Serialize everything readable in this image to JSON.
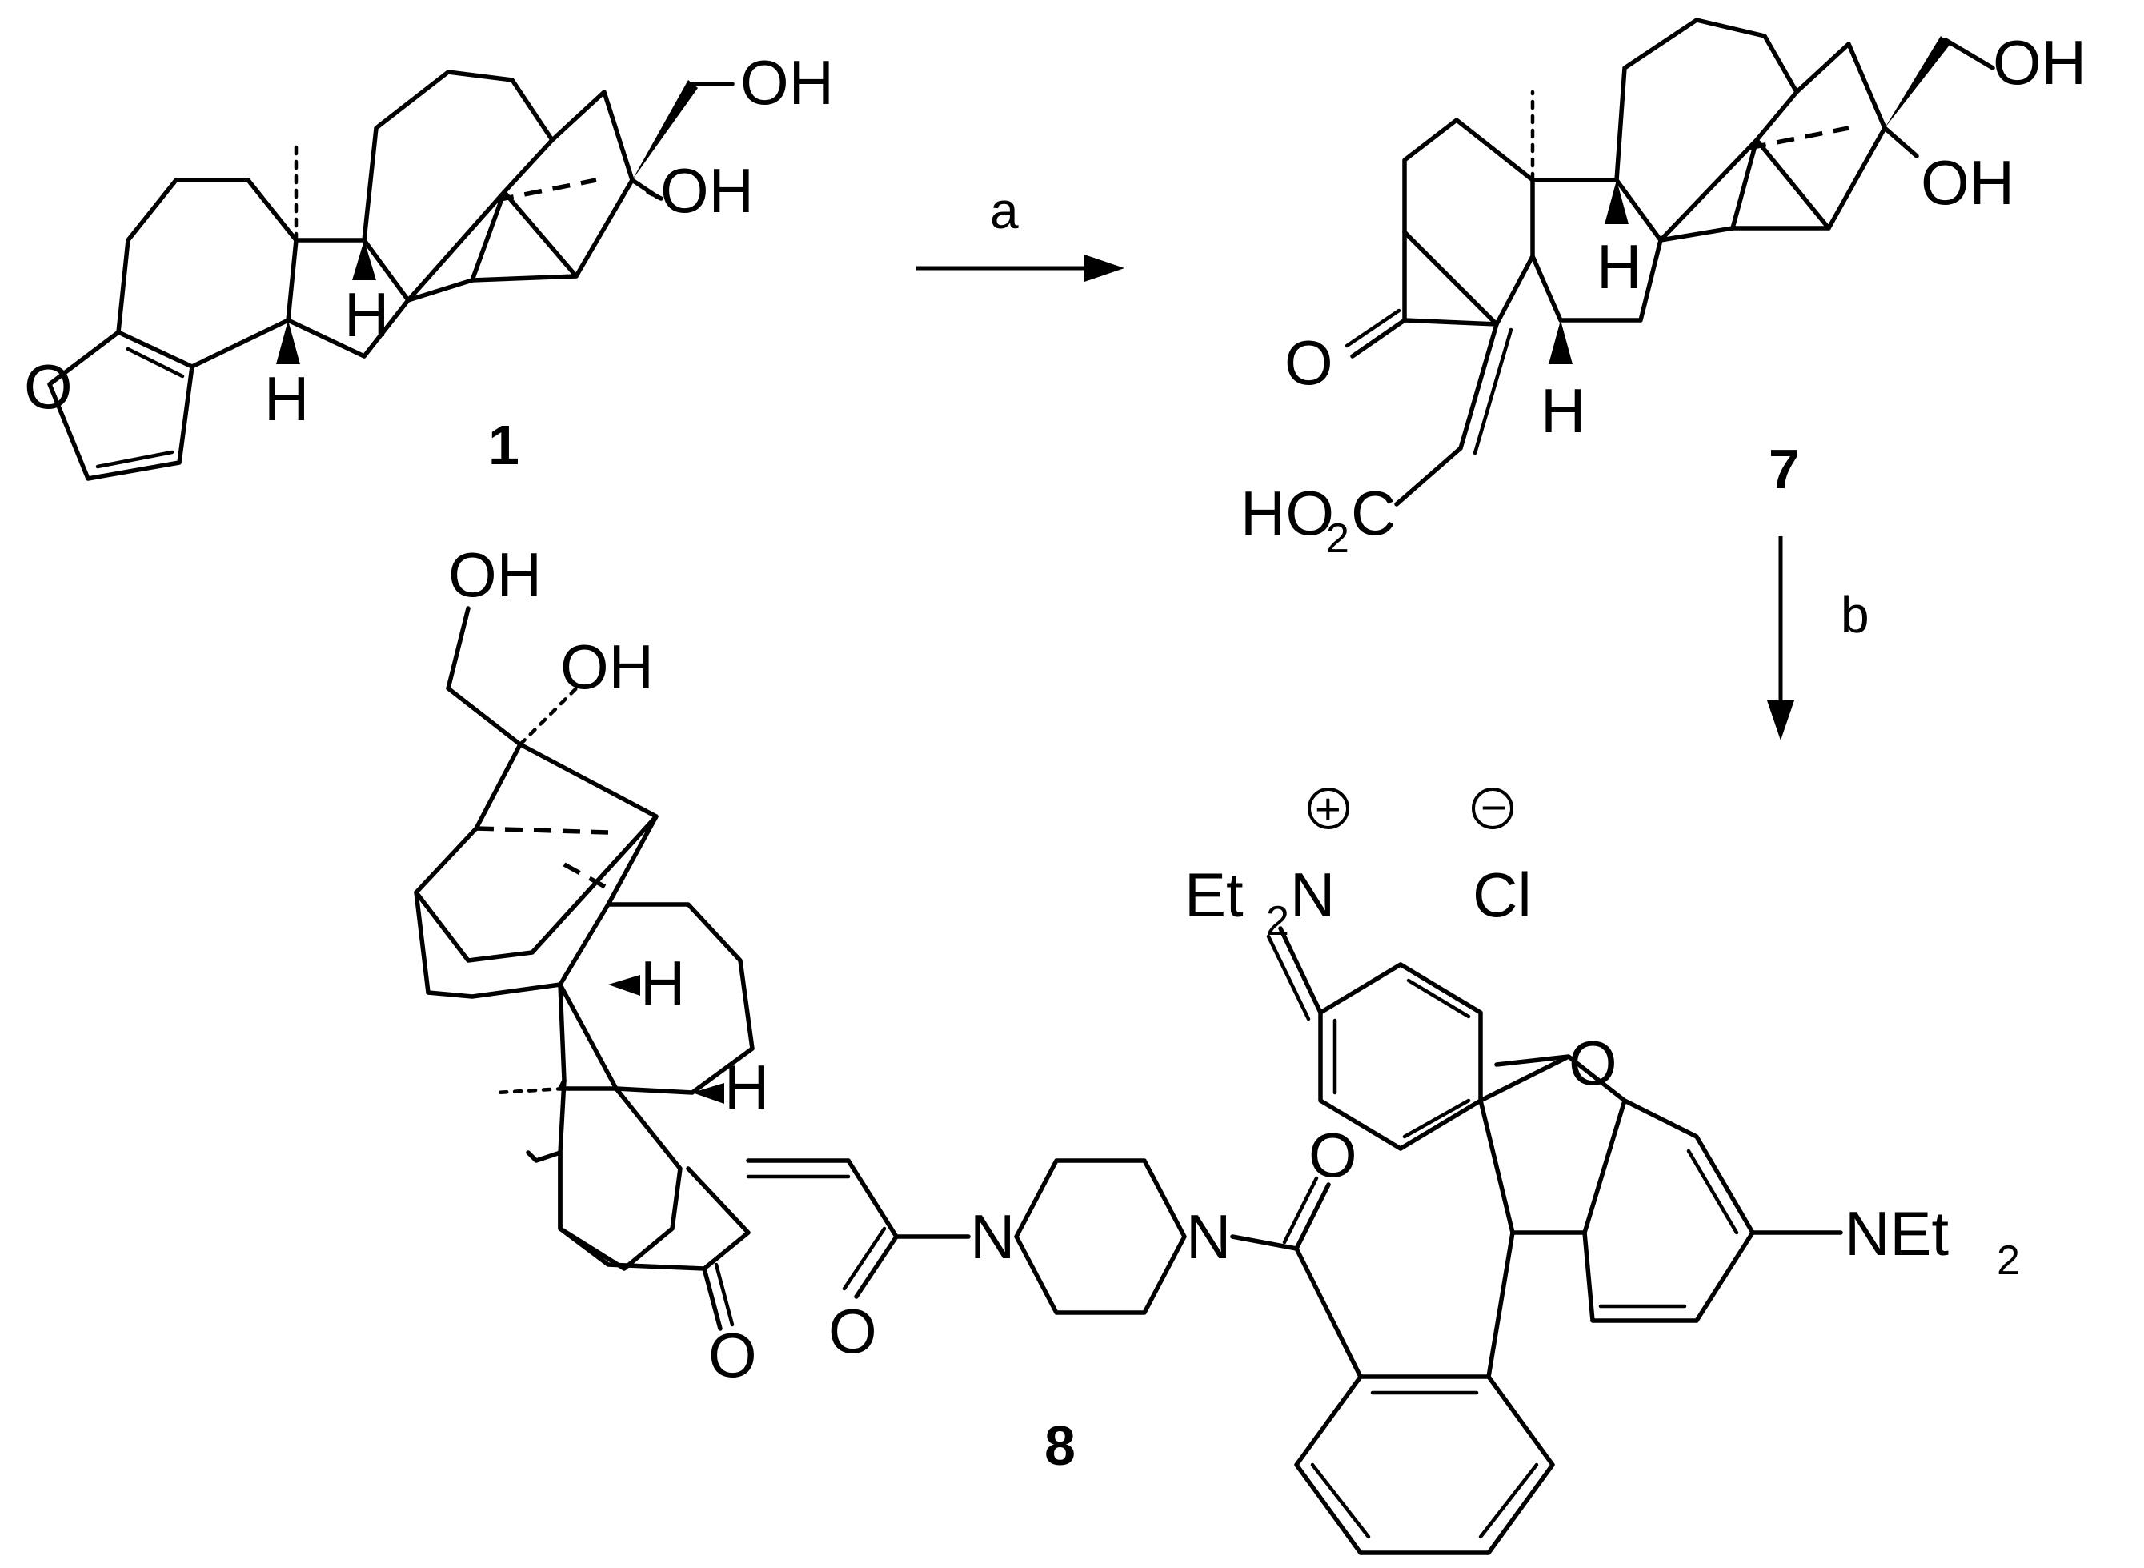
{
  "scheme": {
    "reagents": {
      "a": "a",
      "b": "b"
    },
    "compounds": [
      {
        "id": "1",
        "label": "1"
      },
      {
        "id": "7",
        "label": "7"
      },
      {
        "id": "8",
        "label": "8"
      }
    ],
    "atoms": {
      "oh": "OH",
      "h": "H",
      "o": "O",
      "ho2c_ho": "HO",
      "ho2c_2": "2",
      "ho2c_c": "C",
      "n": "N",
      "et": "Et",
      "sub2": "2",
      "net": "NEt",
      "cl": "Cl",
      "plus": "+",
      "minus": "−"
    }
  }
}
